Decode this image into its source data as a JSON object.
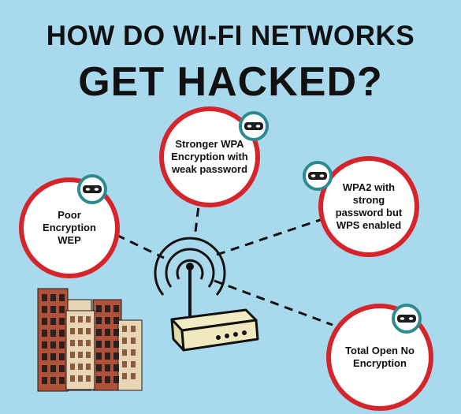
{
  "header": {
    "title_line1": "HOW DO WI-FI NETWORKS",
    "title_line2": "GET HACKED?"
  },
  "nodes": [
    {
      "id": "poor-encryption-wep",
      "label": "Poor Encryption WEP"
    },
    {
      "id": "stronger-wpa-weak-password",
      "label": "Stronger WPA Encryption with weak password"
    },
    {
      "id": "wpa2-strong-password-wps",
      "label": "WPA2 with strong password but WPS enabled"
    },
    {
      "id": "total-open-no-encryption",
      "label": "Total Open No Encryption"
    }
  ],
  "icons": {
    "node": "hacker-mask-icon",
    "center": "wifi-signal-icon",
    "router": "router-icon",
    "buildings": "city-buildings-icon"
  },
  "colors": {
    "background": "#a8d9ec",
    "node_border": "#d6242b",
    "node_fill": "#ffffff",
    "icon_teal": "#2c8a91",
    "text": "#111111"
  }
}
